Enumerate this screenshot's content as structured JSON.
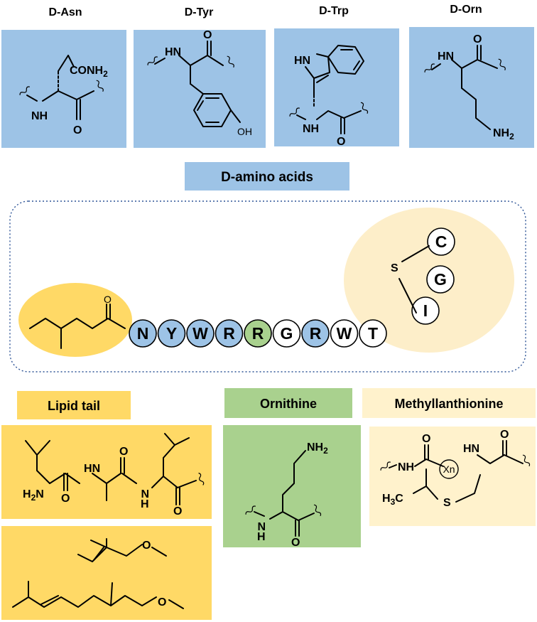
{
  "colors": {
    "daa_box": "#9dc3e6",
    "lipid_box": "#ffd966",
    "ornithine_box": "#a9d18e",
    "lanthionine_box": "#fff2cc",
    "lipid_blob": "#ffd966",
    "ring_blob": "#fdeec9",
    "res_blue": "#9dc3e6",
    "res_green": "#a9d18e",
    "res_white": "#ffffff",
    "frame": "#2f5597"
  },
  "daa": {
    "asn": "D-Asn",
    "tyr": "D-Tyr",
    "trp": "D-Trp",
    "orn": "D-Orn",
    "group_label": "D-amino acids"
  },
  "atoms": {
    "conh2": "CONH",
    "sub2": "2",
    "nh": "NH",
    "hn": "HN",
    "n": "N",
    "h": "H",
    "o": "O",
    "oh": "OH",
    "nh2": "NH",
    "h2n": "H",
    "h3c": "H",
    "sub3": "3",
    "c": "C",
    "s": "S",
    "xn": "Xn"
  },
  "peptide": {
    "linear": [
      {
        "letter": "N",
        "color": "blue"
      },
      {
        "letter": "Y",
        "color": "blue"
      },
      {
        "letter": "W",
        "color": "blue"
      },
      {
        "letter": "R",
        "color": "blue"
      },
      {
        "letter": "R",
        "color": "green"
      },
      {
        "letter": "G",
        "color": "white"
      },
      {
        "letter": "R",
        "color": "blue"
      },
      {
        "letter": "W",
        "color": "white"
      },
      {
        "letter": "T",
        "color": "white"
      }
    ],
    "ring": [
      {
        "letter": "C",
        "color": "white"
      },
      {
        "letter": "G",
        "color": "white"
      },
      {
        "letter": "I",
        "color": "white"
      }
    ],
    "sulfur": "S",
    "carbonyl_o": "O"
  },
  "labels": {
    "lipid_tail": "Lipid tail",
    "ornithine": "Ornithine",
    "methyllanthionine": "Methyllanthionine"
  }
}
